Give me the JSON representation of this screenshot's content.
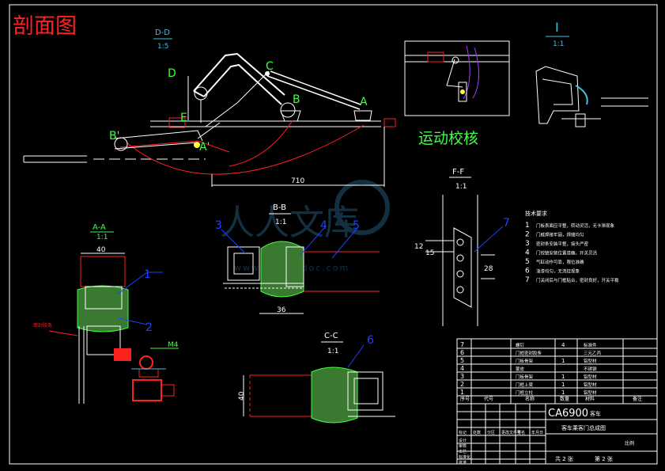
{
  "title": "剖面图",
  "watermark": {
    "brand": "人人文库",
    "url": "www.renrendoc.com"
  },
  "views": {
    "dd": {
      "label": "D-D",
      "scale": "1:5"
    },
    "i": {
      "label": "I",
      "scale": "1:1"
    },
    "ff": {
      "label": "F-F",
      "scale": "1:1"
    },
    "aa": {
      "label": "A-A",
      "scale": "1:1"
    },
    "bb": {
      "label": "B-B",
      "scale": "1:1"
    },
    "cc": {
      "label": "C-C",
      "scale": "1:1"
    }
  },
  "motion_check": "运动校核",
  "points": {
    "a": "A",
    "b": "B",
    "c": "C",
    "d": "D",
    "e": "E",
    "b_prime": "B'",
    "a_prime": "A'"
  },
  "dims": {
    "d710": "710",
    "d40_top": "40",
    "d36": "36",
    "d40_side": "40",
    "d12": "12",
    "d15": "15",
    "d28": "28"
  },
  "callouts": {
    "n1": "1",
    "n2": "2",
    "n3": "3",
    "n4": "4",
    "n5": "5",
    "n6": "6",
    "n7": "7",
    "m4": "M4",
    "seal_note": "密封胶条"
  },
  "tech_notes": {
    "title": "技术要求",
    "items": [
      {
        "no": "1",
        "text": "门板表面应平整，转动灵活，无卡滞现象"
      },
      {
        "no": "2",
        "text": "门框焊接牢固，焊缝均匀"
      },
      {
        "no": "3",
        "text": "密封条安装平整，接头严密"
      },
      {
        "no": "4",
        "text": "门铰链安装位置准确，开关灵活"
      },
      {
        "no": "5",
        "text": "气缸动作可靠，限位准确"
      },
      {
        "no": "6",
        "text": "油漆均匀，无流挂现象"
      },
      {
        "no": "7",
        "text": "门关闭后与门框贴合，密封良好，开关平稳"
      }
    ]
  },
  "parts": [
    {
      "no": "7",
      "name": "螺钉",
      "qty": "4",
      "mat": "标准件"
    },
    {
      "no": "6",
      "name": "门框密封胶条",
      "qty": "",
      "mat": "三元乙丙"
    },
    {
      "no": "5",
      "name": "门板骨架",
      "qty": "1",
      "mat": "铝型材"
    },
    {
      "no": "4",
      "name": "蒙皮",
      "qty": "",
      "mat": "不锈钢"
    },
    {
      "no": "3",
      "name": "门板骨架",
      "qty": "1",
      "mat": "铝型材"
    },
    {
      "no": "2",
      "name": "门框上梁",
      "qty": "1",
      "mat": "铝型材"
    },
    {
      "no": "1",
      "name": "门框立柱",
      "qty": "1",
      "mat": "铝型材"
    }
  ],
  "parts_header": {
    "no": "序号",
    "code": "代号",
    "name": "名称",
    "qty": "数量",
    "mat": "材料",
    "note": "备注"
  },
  "title_block": {
    "drawing_no": "CA6900",
    "drawing_suffix": "客车",
    "drawing_name": "客车乘客门总成图",
    "scale_label": "比例",
    "sheet": "共 2 张",
    "sheet2": "第 2 张",
    "row_labels": [
      "标记",
      "处数",
      "分区",
      "更改文件号",
      "签名",
      "年月日"
    ],
    "role_labels": [
      "设计",
      "审核",
      "工艺",
      "标准化",
      "批准"
    ]
  },
  "colors": {
    "background": "#000000",
    "line": "#ffffff",
    "accent_red": "#ff2020",
    "accent_green": "#40ff40",
    "accent_blue": "#2040ff",
    "accent_cyan": "#40c0e0",
    "accent_yellow": "#ffff40"
  }
}
